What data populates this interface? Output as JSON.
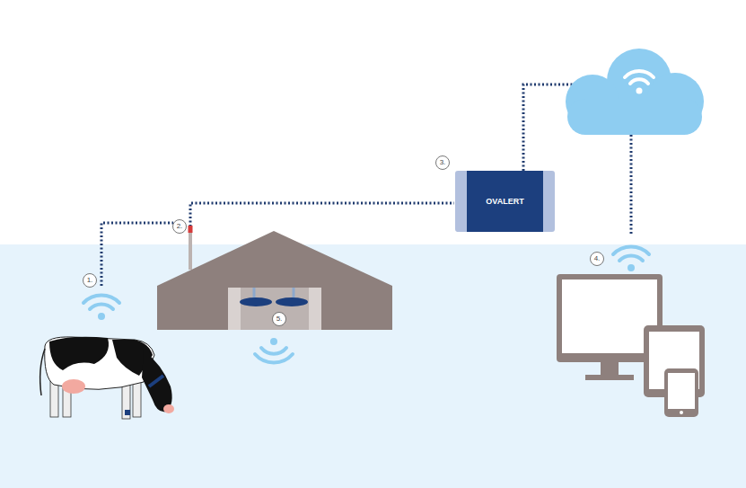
{
  "diagram": {
    "nodes": [
      {
        "text": [
          "OVALERT"
        ]
      }
    ],
    "labels": [
      "1.",
      "2.",
      "3.",
      "4.",
      "5."
    ]
  }
}
